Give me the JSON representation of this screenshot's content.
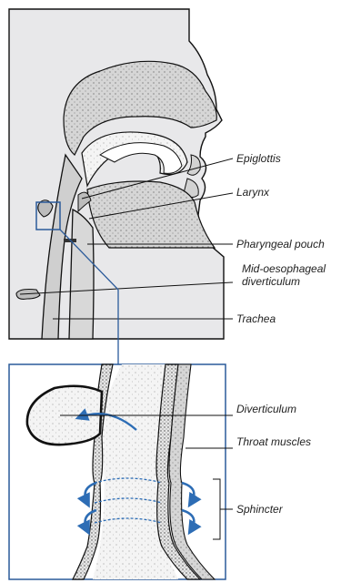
{
  "labels": {
    "epiglottis": "Epiglottis",
    "larynx": "Larynx",
    "pharyngeal_pouch": "Pharyngeal pouch",
    "mid_oesophageal_line1": "Mid-oesophageal",
    "mid_oesophageal_line2": "diverticulum",
    "trachea": "Trachea",
    "diverticulum": "Diverticulum",
    "throat_muscles": "Throat muscles",
    "sphincter": "Sphincter"
  },
  "colors": {
    "panel_fill": "#e8e8ea",
    "tissue_fill": "#cfcfcf",
    "inset_border": "#2a5a9a",
    "arrow_blue": "#2d6db5",
    "outline": "#111111"
  }
}
